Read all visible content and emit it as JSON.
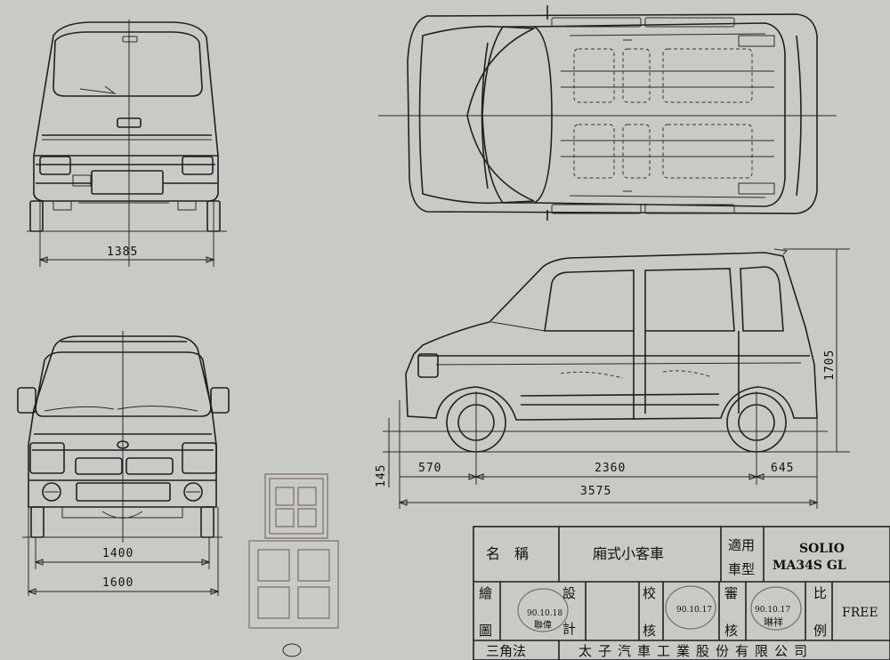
{
  "dimensions": {
    "rear_track": "1385",
    "front_track": "1400",
    "overall_width": "1600",
    "height": "1705",
    "ground_clearance": "145",
    "front_overhang": "570",
    "wheelbase": "2360",
    "rear_overhang": "645",
    "overall_length": "3575"
  },
  "title_block": {
    "name_label": "名　稱",
    "name_value": "廂式小客車",
    "applicable_label_1": "適用",
    "applicable_label_2": "車型",
    "model_line_1": "SOLIO",
    "model_line_2": "MA34S GL",
    "drawing_label_1": "繪",
    "drawing_label_2": "圖",
    "design_label_1": "設",
    "design_label_2": "計",
    "check_label_1": "校",
    "check_label_2": "核",
    "review_label_1": "審",
    "review_label_2": "核",
    "scale_label_1": "比",
    "scale_label_2": "例",
    "scale_value": "FREE",
    "projection": "三角法",
    "company": "太子汽車工業股份有限公司",
    "stamp_design_name": "聯偉",
    "stamp_design_date": "90.10.18",
    "stamp_check_date": "90.10.17",
    "stamp_review_name": "琳祥",
    "stamp_review_date": "90.10.17"
  }
}
